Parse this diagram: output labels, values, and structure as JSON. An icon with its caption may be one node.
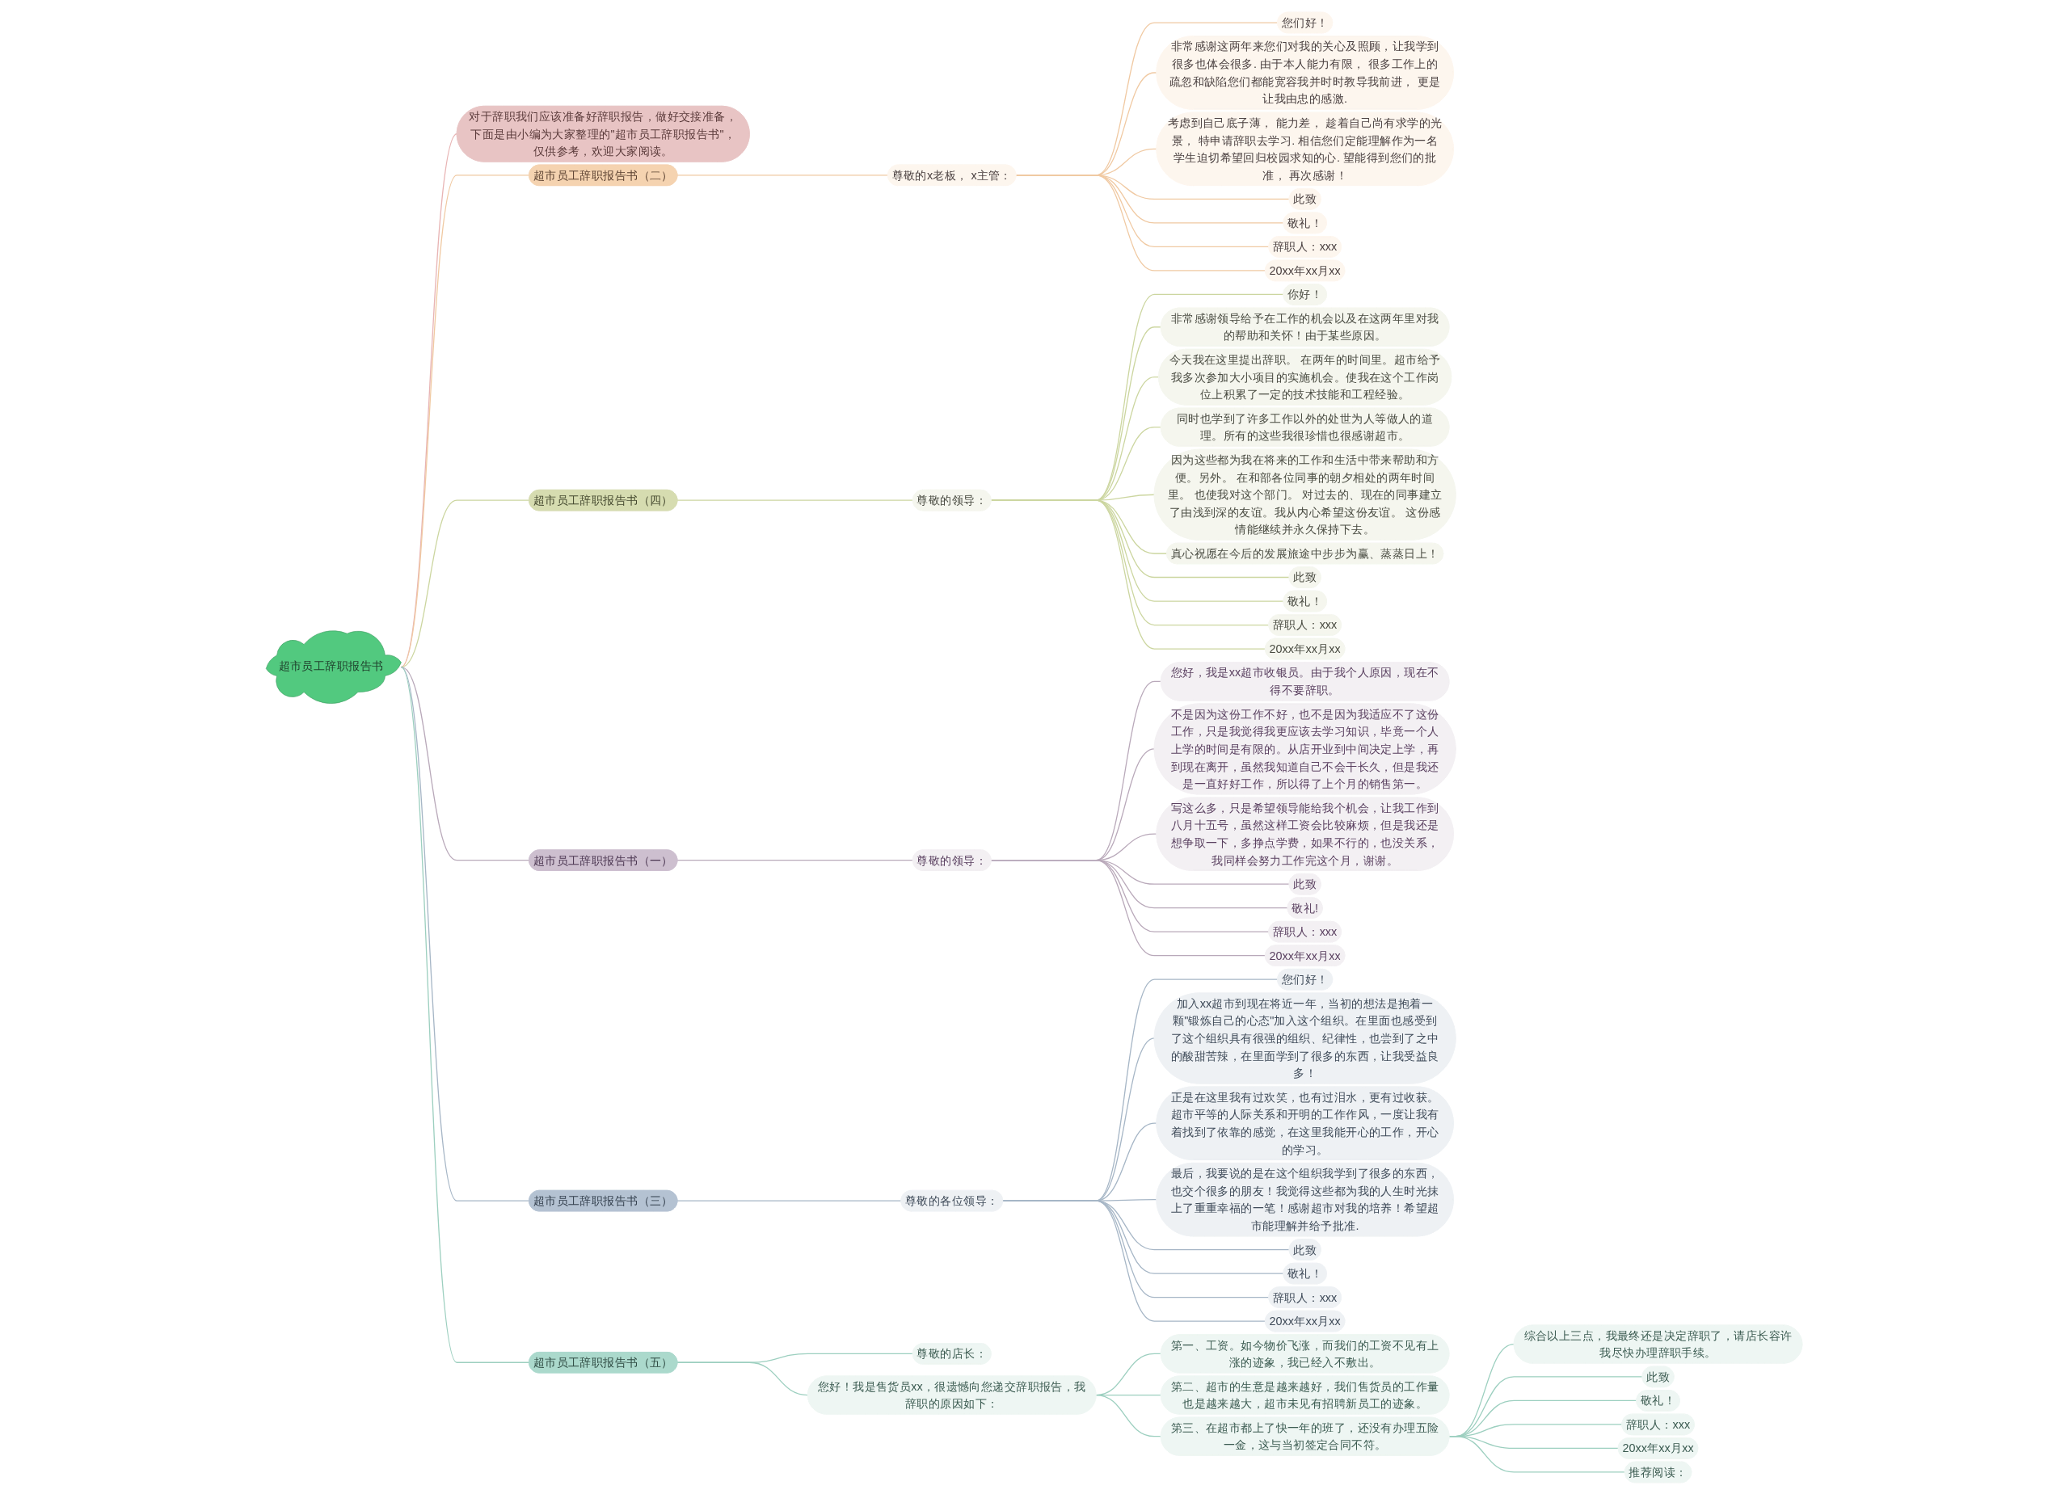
{
  "diagram": {
    "nodes": [
      {
        "text": [
          "超市员工辞职报告书"
        ]
      },
      {
        "text": [
          "对于辞职我们应该准备好辞职报告，做好交接准备，下面是由小编为大家整理的\"超市员工辞职报告书\"，仅供参考，欢迎大家阅读。"
        ]
      },
      {
        "text": [
          "超市员工辞职报告书（二）"
        ]
      },
      {
        "text": [
          "尊敬的x老板， x主管："
        ]
      },
      {
        "text": [
          "您们好！"
        ]
      },
      {
        "text": [
          "非常感谢这两年来您们对我的关心及照顾，让我学到很多也体会很多. 由于本人能力有限， 很多工作上的疏忽和缺陷您们都能宽容我并时时教导我前进， 更是让我由忠的感激."
        ]
      },
      {
        "text": [
          "考虑到自己底子薄， 能力差， 趁着自己尚有求学的光景， 特申请辞职去学习. 相信您们定能理解作为一名学生迫切希望回归校园求知的心. 望能得到您们的批准， 再次感谢！"
        ]
      },
      {
        "text": [
          "此致"
        ]
      },
      {
        "text": [
          "敬礼！"
        ]
      },
      {
        "text": [
          "辞职人：xxx"
        ]
      },
      {
        "text": [
          "20xx年xx月xx"
        ]
      },
      {
        "text": [
          "超市员工辞职报告书（四）"
        ]
      },
      {
        "text": [
          "尊敬的领导："
        ]
      },
      {
        "text": [
          "你好！"
        ]
      },
      {
        "text": [
          "非常感谢领导给予在工作的机会以及在这两年里对我的帮助和关怀！由于某些原因。"
        ]
      },
      {
        "text": [
          "今天我在这里提出辞职。 在两年的时间里。超市给予我多次参加大小项目的实施机会。使我在这个工作岗位上积累了一定的技术技能和工程经验。"
        ]
      },
      {
        "text": [
          "同时也学到了许多工作以外的处世为人等做人的道理。所有的这些我很珍惜也很感谢超市。"
        ]
      },
      {
        "text": [
          "因为这些都为我在将来的工作和生活中带来帮助和方便。另外。 在和部各位同事的朝夕相处的两年时间里。 也使我对这个部门。 对过去的、现在的同事建立了由浅到深的友谊。我从内心希望这份友谊。 这份感情能继续并永久保持下去。"
        ]
      },
      {
        "text": [
          "真心祝愿在今后的发展旅途中步步为赢、蒸蒸日上！"
        ]
      },
      {
        "text": [
          "此致"
        ]
      },
      {
        "text": [
          "敬礼！"
        ]
      },
      {
        "text": [
          "辞职人：xxx"
        ]
      },
      {
        "text": [
          "20xx年xx月xx"
        ]
      },
      {
        "text": [
          "超市员工辞职报告书（一）"
        ]
      },
      {
        "text": [
          "尊敬的领导："
        ]
      },
      {
        "text": [
          "您好，我是xx超市收银员。由于我个人原因，现在不得不要辞职。"
        ]
      },
      {
        "text": [
          "不是因为这份工作不好，也不是因为我适应不了这份工作，只是我觉得我更应该去学习知识，毕竟一个人上学的时间是有限的。从店开业到中间决定上学，再到现在离开，虽然我知道自己不会干长久，但是我还是一直好好工作，所以得了上个月的销售第一。"
        ]
      },
      {
        "text": [
          "写这么多，只是希望领导能给我个机会，让我工作到八月十五号，虽然这样工资会比较麻烦，但是我还是想争取一下，多挣点学费，如果不行的，也没关系，我同样会努力工作完这个月，谢谢。"
        ]
      },
      {
        "text": [
          "此致"
        ]
      },
      {
        "text": [
          "敬礼!"
        ]
      },
      {
        "text": [
          "辞职人：xxx"
        ]
      },
      {
        "text": [
          "20xx年xx月xx"
        ]
      },
      {
        "text": [
          "超市员工辞职报告书（三）"
        ]
      },
      {
        "text": [
          "尊敬的各位领导："
        ]
      },
      {
        "text": [
          "您们好！"
        ]
      },
      {
        "text": [
          "加入xx超市到现在将近一年，当初的想法是抱着一颗\"锻炼自己的心态\"加入这个组织。在里面也感受到了这个组织具有很强的组织、纪律性，也尝到了之中的酸甜苦辣，在里面学到了很多的东西，让我受益良多！"
        ]
      },
      {
        "text": [
          "正是在这里我有过欢笑，也有过泪水，更有过收获。超市平等的人际关系和开明的工作作风，一度让我有着找到了依靠的感觉，在这里我能开心的工作，开心的学习。"
        ]
      },
      {
        "text": [
          "最后，我要说的是在这个组织我学到了很多的东西，也交个很多的朋友！我觉得这些都为我的人生时光抹上了重重幸福的一笔！感谢超市对我的培养！希望超市能理解并给予批准."
        ]
      },
      {
        "text": [
          "此致"
        ]
      },
      {
        "text": [
          "敬礼！"
        ]
      },
      {
        "text": [
          "辞职人：xxx"
        ]
      },
      {
        "text": [
          "20xx年xx月xx"
        ]
      },
      {
        "text": [
          "超市员工辞职报告书（五）"
        ]
      },
      {
        "text": [
          "尊敬的店长："
        ]
      },
      {
        "text": [
          "您好！我是售货员xx，很遗憾向您递交辞职报告，我辞职的原因如下："
        ]
      },
      {
        "text": [
          "第一、工资。如今物价飞涨，而我们的工资不见有上涨的迹象，我已经入不敷出。"
        ]
      },
      {
        "text": [
          "第二、超市的生意是越来越好，我们售货员的工作量也是越来越大，超市未见有招聘新员工的迹象。"
        ]
      },
      {
        "text": [
          "第三、在超市都上了快一年的班了，还没有办理五险一金，这与当初签定合同不符。"
        ]
      },
      {
        "text": [
          "综合以上三点，我最终还是决定辞职了，请店长容许我尽快办理辞职手续。"
        ]
      },
      {
        "text": [
          "此致"
        ]
      },
      {
        "text": [
          "敬礼！"
        ]
      },
      {
        "text": [
          "辞职人：xxx"
        ]
      },
      {
        "text": [
          "20xx年xx月xx"
        ]
      },
      {
        "text": [
          "推荐阅读："
        ]
      }
    ],
    "edges": [
      {
        "from": 0,
        "to": 1,
        "arrow": "none",
        "color": "#e8b4b4"
      },
      {
        "from": 0,
        "to": 2,
        "arrow": "none",
        "color": "#f0c9a2"
      },
      {
        "from": 2,
        "to": 3,
        "arrow": "none",
        "color": "#f0c9a2"
      },
      {
        "from": 3,
        "to": 4,
        "arrow": "none",
        "color": "#f0c9a2"
      },
      {
        "from": 3,
        "to": 5,
        "arrow": "none",
        "color": "#f0c9a2"
      },
      {
        "from": 3,
        "to": 6,
        "arrow": "none",
        "color": "#f0c9a2"
      },
      {
        "from": 3,
        "to": 7,
        "arrow": "none",
        "color": "#f0c9a2"
      },
      {
        "from": 3,
        "to": 8,
        "arrow": "none",
        "color": "#f0c9a2"
      },
      {
        "from": 3,
        "to": 9,
        "arrow": "none",
        "color": "#f0c9a2"
      },
      {
        "from": 3,
        "to": 10,
        "arrow": "none",
        "color": "#f0c9a2"
      },
      {
        "from": 0,
        "to": 11,
        "arrow": "none",
        "color": "#ccd6a0"
      },
      {
        "from": 11,
        "to": 12,
        "arrow": "none",
        "color": "#ccd6a0"
      },
      {
        "from": 12,
        "to": 13,
        "arrow": "none",
        "color": "#ccd6a0"
      },
      {
        "from": 12,
        "to": 14,
        "arrow": "none",
        "color": "#ccd6a0"
      },
      {
        "from": 12,
        "to": 15,
        "arrow": "none",
        "color": "#ccd6a0"
      },
      {
        "from": 12,
        "to": 16,
        "arrow": "none",
        "color": "#ccd6a0"
      },
      {
        "from": 12,
        "to": 17,
        "arrow": "none",
        "color": "#ccd6a0"
      },
      {
        "from": 12,
        "to": 18,
        "arrow": "none",
        "color": "#ccd6a0"
      },
      {
        "from": 12,
        "to": 19,
        "arrow": "none",
        "color": "#ccd6a0"
      },
      {
        "from": 12,
        "to": 20,
        "arrow": "none",
        "color": "#ccd6a0"
      },
      {
        "from": 12,
        "to": 21,
        "arrow": "none",
        "color": "#ccd6a0"
      },
      {
        "from": 12,
        "to": 22,
        "arrow": "none",
        "color": "#ccd6a0"
      },
      {
        "from": 0,
        "to": 23,
        "arrow": "none",
        "color": "#b9a9ba"
      },
      {
        "from": 23,
        "to": 24,
        "arrow": "none",
        "color": "#b9a9ba"
      },
      {
        "from": 24,
        "to": 25,
        "arrow": "none",
        "color": "#b9a9ba"
      },
      {
        "from": 24,
        "to": 26,
        "arrow": "none",
        "color": "#b9a9ba"
      },
      {
        "from": 24,
        "to": 27,
        "arrow": "none",
        "color": "#b9a9ba"
      },
      {
        "from": 24,
        "to": 28,
        "arrow": "none",
        "color": "#b9a9ba"
      },
      {
        "from": 24,
        "to": 29,
        "arrow": "none",
        "color": "#b9a9ba"
      },
      {
        "from": 24,
        "to": 30,
        "arrow": "none",
        "color": "#b9a9ba"
      },
      {
        "from": 24,
        "to": 31,
        "arrow": "none",
        "color": "#b9a9ba"
      },
      {
        "from": 0,
        "to": 32,
        "arrow": "none",
        "color": "#a6b6c6"
      },
      {
        "from": 32,
        "to": 33,
        "arrow": "none",
        "color": "#a6b6c6"
      },
      {
        "from": 33,
        "to": 34,
        "arrow": "none",
        "color": "#a6b6c6"
      },
      {
        "from": 33,
        "to": 35,
        "arrow": "none",
        "color": "#a6b6c6"
      },
      {
        "from": 33,
        "to": 36,
        "arrow": "none",
        "color": "#a6b6c6"
      },
      {
        "from": 33,
        "to": 37,
        "arrow": "none",
        "color": "#a6b6c6"
      },
      {
        "from": 33,
        "to": 38,
        "arrow": "none",
        "color": "#a6b6c6"
      },
      {
        "from": 33,
        "to": 39,
        "arrow": "none",
        "color": "#a6b6c6"
      },
      {
        "from": 33,
        "to": 40,
        "arrow": "none",
        "color": "#a6b6c6"
      },
      {
        "from": 33,
        "to": 41,
        "arrow": "none",
        "color": "#a6b6c6"
      },
      {
        "from": 0,
        "to": 42,
        "arrow": "none",
        "color": "#9ccfbf"
      },
      {
        "from": 42,
        "to": 43,
        "arrow": "none",
        "color": "#9ccfbf"
      },
      {
        "from": 42,
        "to": 44,
        "arrow": "none",
        "color": "#9ccfbf"
      },
      {
        "from": 44,
        "to": 45,
        "arrow": "none",
        "color": "#9ccfbf"
      },
      {
        "from": 44,
        "to": 46,
        "arrow": "none",
        "color": "#9ccfbf"
      },
      {
        "from": 44,
        "to": 47,
        "arrow": "none",
        "color": "#9ccfbf"
      },
      {
        "from": 47,
        "to": 48,
        "arrow": "none",
        "color": "#9ccfbf"
      },
      {
        "from": 47,
        "to": 49,
        "arrow": "none",
        "color": "#9ccfbf"
      },
      {
        "from": 47,
        "to": 50,
        "arrow": "none",
        "color": "#9ccfbf"
      },
      {
        "from": 47,
        "to": 51,
        "arrow": "none",
        "color": "#9ccfbf"
      },
      {
        "from": 47,
        "to": 52,
        "arrow": "none",
        "color": "#9ccfbf"
      },
      {
        "from": 47,
        "to": 53,
        "arrow": "none",
        "color": "#9ccfbf"
      }
    ]
  }
}
